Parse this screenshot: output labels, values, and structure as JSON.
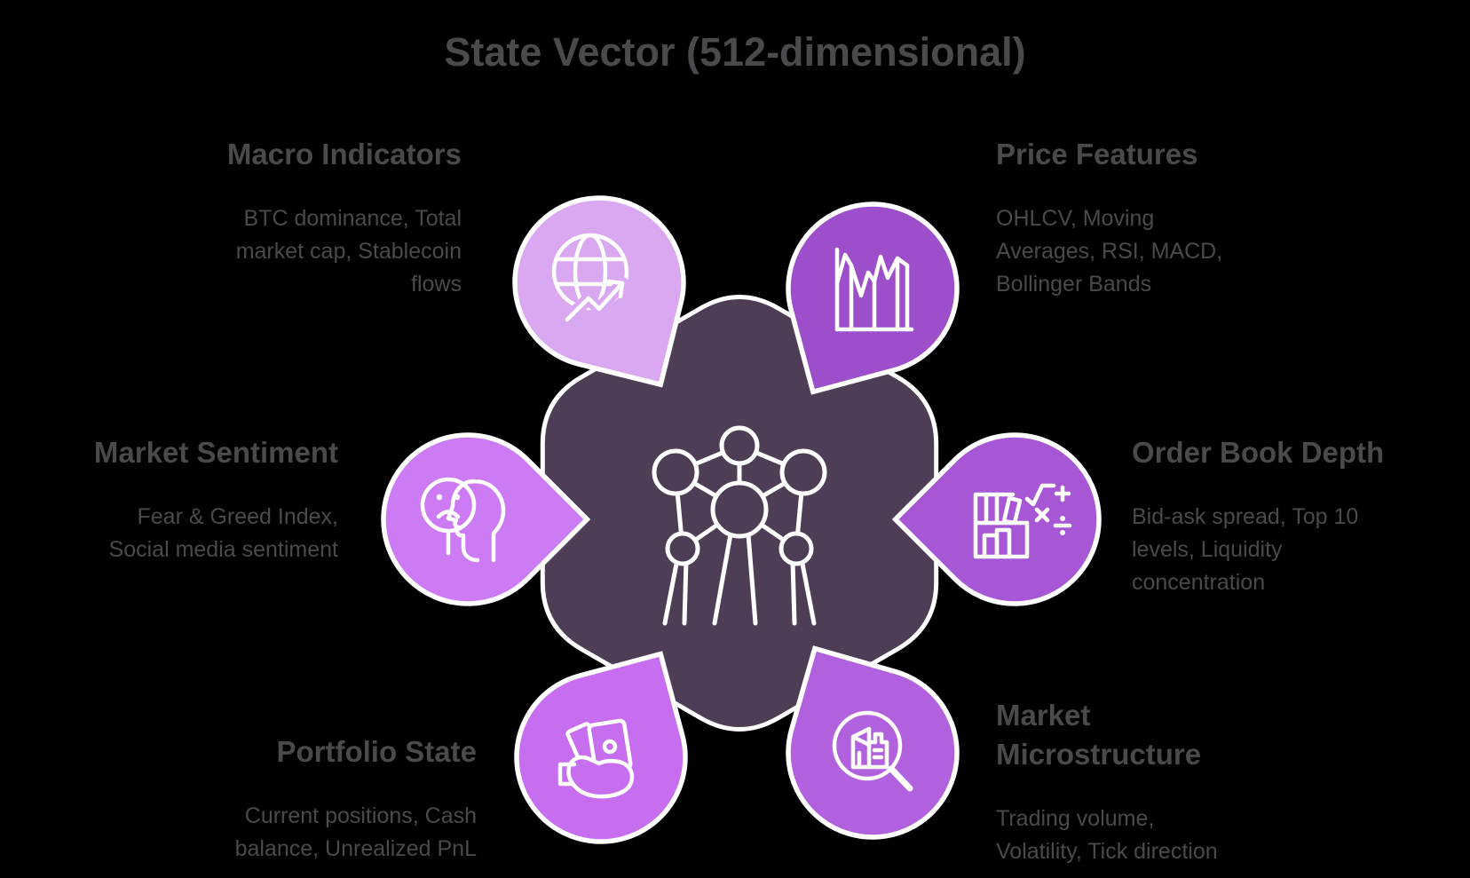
{
  "title": "State Vector (512-dimensional)",
  "colors": {
    "background": "#000000",
    "text": "#4a4a4e",
    "outline": "#ffffff",
    "hub": "#4e3e55",
    "petal_macro": "#daa8f0",
    "petal_price": "#9c4ecb",
    "petal_sentiment": "#cd7bf4",
    "petal_orderbook": "#a757d6",
    "petal_portfolio": "#c66df0",
    "petal_micro": "#b160de"
  },
  "hub": {
    "icon": "network-hub-icon"
  },
  "sections": {
    "macro": {
      "heading": "Macro Indicators",
      "body": "BTC dominance, Total market cap, Stablecoin flows",
      "icon": "globe-trend-icon"
    },
    "price": {
      "heading": "Price Features",
      "body": "OHLCV, Moving Averages, RSI, MACD, Bollinger Bands",
      "icon": "price-chart-icon"
    },
    "sentiment": {
      "heading": "Market Sentiment",
      "body": "Fear & Greed Index, Social media sentiment",
      "icon": "sad-face-head-icon"
    },
    "orderbook": {
      "heading": "Order Book Depth",
      "body": "Bid-ask spread, Top 10 levels, Liquidity concentration",
      "icon": "bookshelf-math-icon"
    },
    "portfolio": {
      "heading": "Portfolio State",
      "body": "Current positions, Cash balance, Unrealized PnL",
      "icon": "hand-money-icon"
    },
    "micro": {
      "heading": "Market Microstructure",
      "body": "Trading volume, Volatility, Tick direction",
      "icon": "magnifier-factory-icon"
    }
  }
}
